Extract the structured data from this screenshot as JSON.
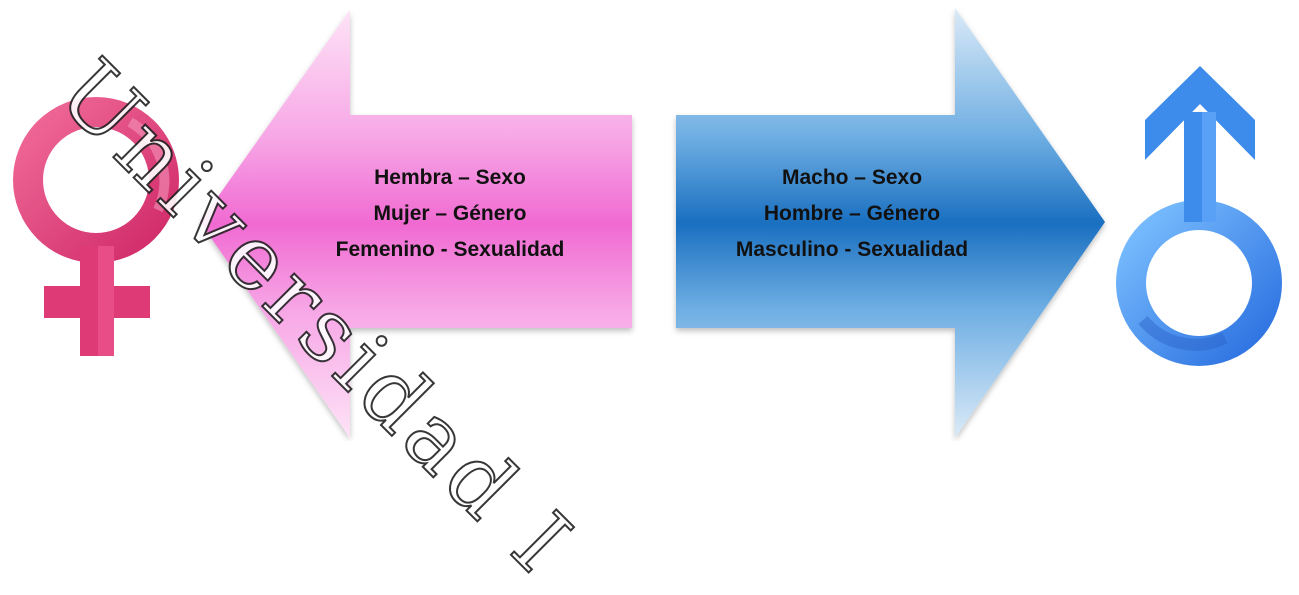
{
  "left_arrow": {
    "lines": [
      "Hembra – Sexo",
      "Mujer – Género",
      "Femenino - Sexualidad"
    ]
  },
  "right_arrow": {
    "lines": [
      "Macho – Sexo",
      "Hombre – Género",
      "Masculino - Sexualidad"
    ]
  },
  "icons": {
    "left": "female-symbol-icon",
    "right": "male-symbol-icon"
  },
  "watermark": "Universidad I",
  "colors": {
    "female_pink": "#e8417e",
    "pink_arrow": "#f37ad9",
    "blue_arrow": "#1f7fd0",
    "male_blue": "#3f8ff0"
  }
}
